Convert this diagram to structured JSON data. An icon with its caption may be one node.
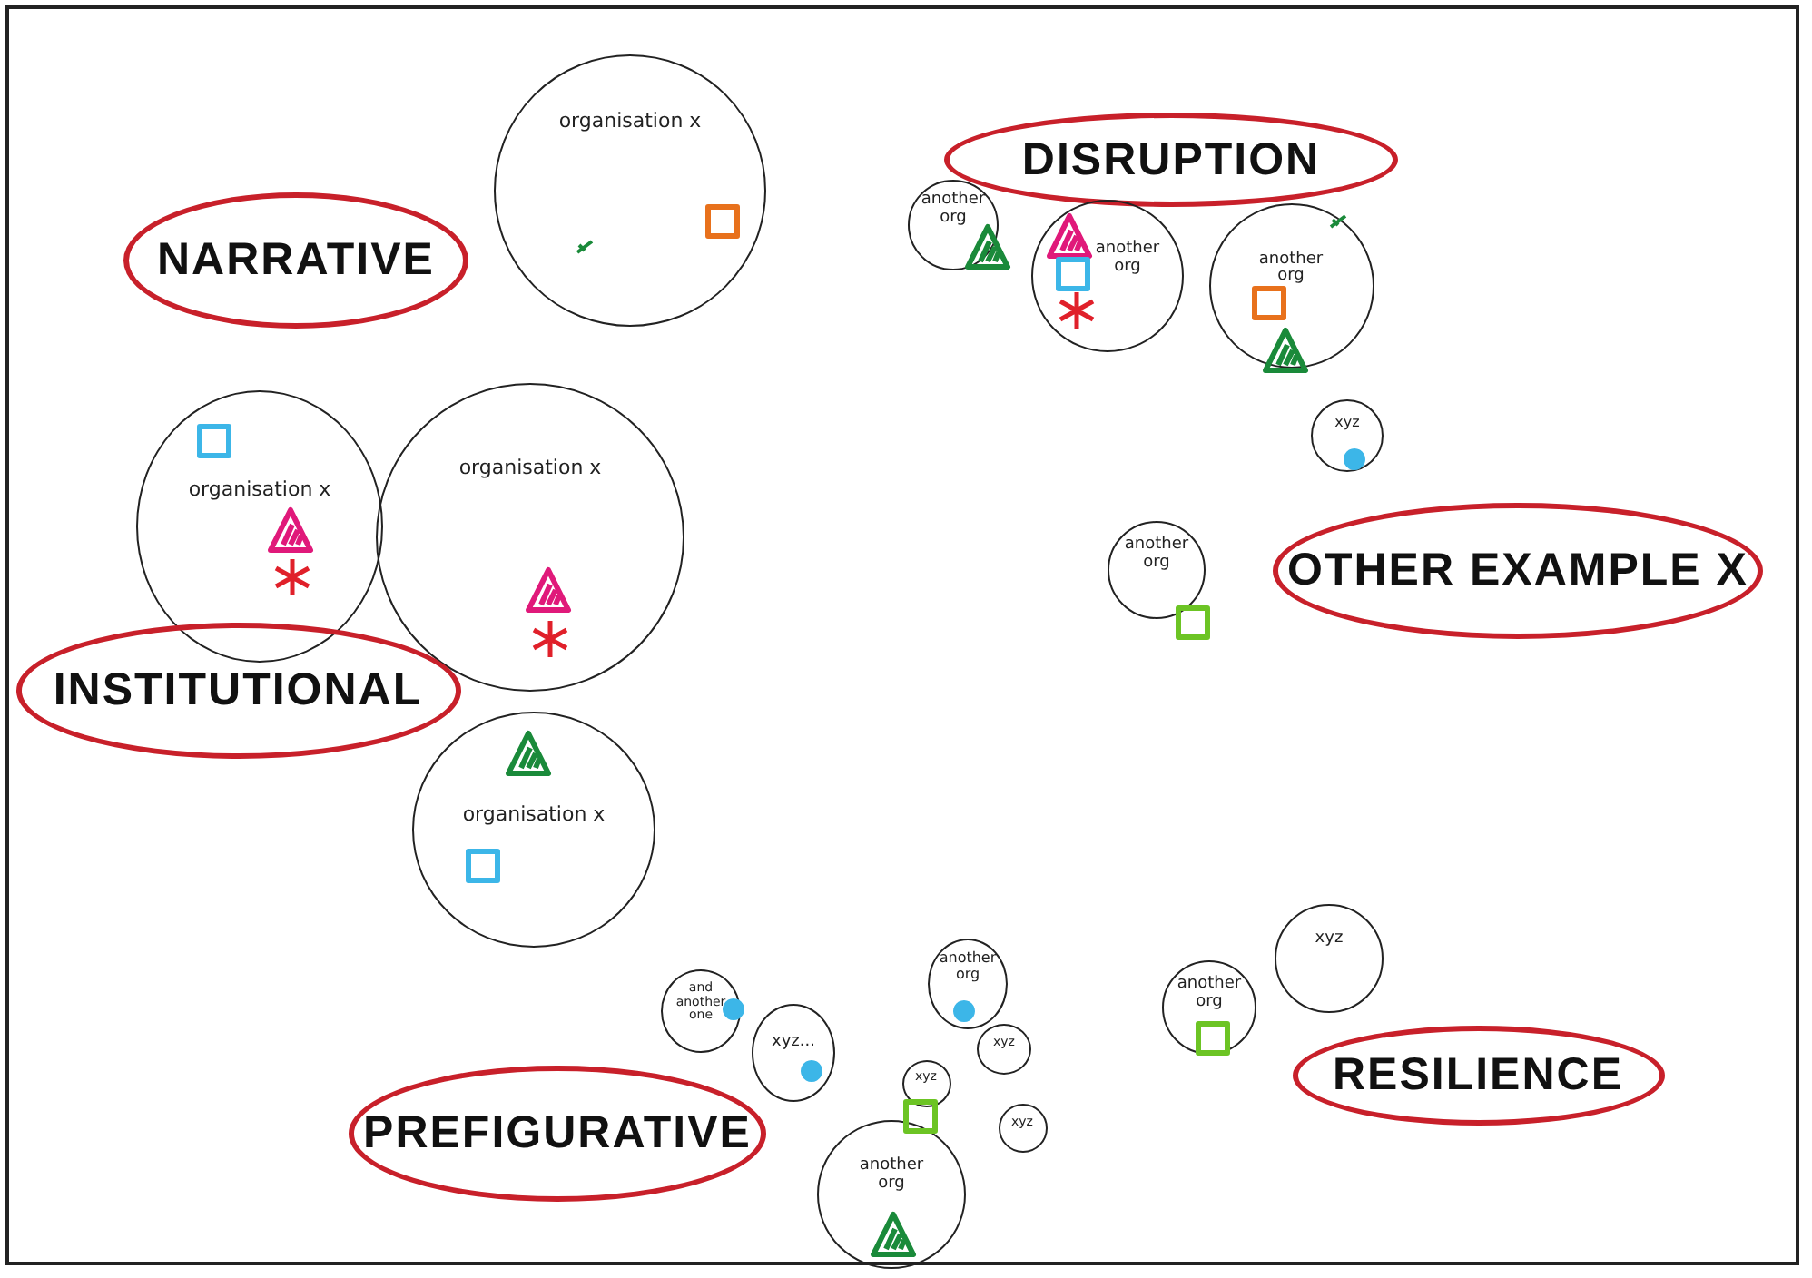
{
  "diagram": {
    "nodes": [
      {
        "text": [
          "organisation x"
        ]
      },
      {
        "text": [
          "DISRUPTION"
        ]
      },
      {
        "text": [
          "NARRATIVE"
        ]
      },
      {
        "text": [
          "another org"
        ]
      },
      {
        "text": [
          "another org"
        ]
      },
      {
        "text": [
          "another org"
        ]
      },
      {
        "text": [
          "xyz"
        ]
      },
      {
        "text": [
          "organisation x"
        ]
      },
      {
        "text": [
          "organisation x"
        ]
      },
      {
        "text": [
          "another org"
        ]
      },
      {
        "text": [
          "OTHER EXAMPLE X"
        ]
      },
      {
        "text": [
          "INSTITUTIONAL"
        ]
      },
      {
        "text": [
          "organisation x"
        ]
      },
      {
        "text": [
          "xyz"
        ]
      },
      {
        "text": [
          "another org"
        ]
      },
      {
        "text": [
          "another org"
        ]
      },
      {
        "text": [
          "and another one"
        ]
      },
      {
        "text": [
          "xyz..."
        ]
      },
      {
        "text": [
          "xyz"
        ]
      },
      {
        "text": [
          "RESILIENCE"
        ]
      },
      {
        "text": [
          "xyz"
        ]
      },
      {
        "text": [
          "xyz"
        ]
      },
      {
        "text": [
          "PREFIGURATIVE"
        ]
      },
      {
        "text": [
          "another org"
        ]
      }
    ]
  }
}
